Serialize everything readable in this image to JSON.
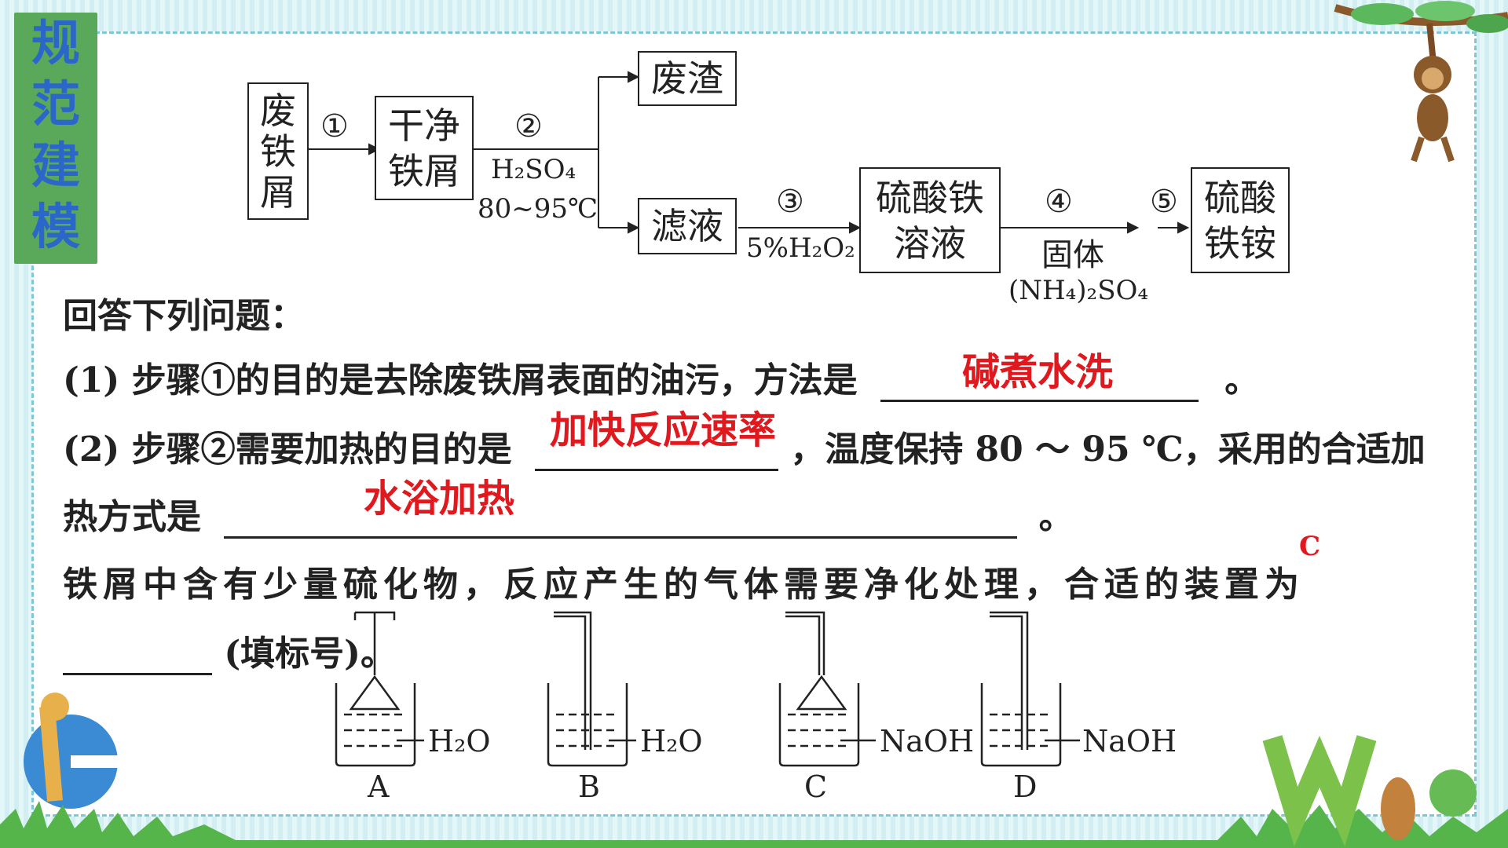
{
  "side_tag": [
    "规",
    "范",
    "建",
    "模"
  ],
  "flow": {
    "waste_iron": "废\n铁\n屑",
    "clean_iron": "干净\n铁屑",
    "residue": "废渣",
    "filtrate": "滤液",
    "ferrous_sulfate": "硫酸铁\n溶液",
    "ammonium_iron_sulfate": "硫酸\n铁铵",
    "step1": "①",
    "step2": "②",
    "step2_reagent": "H₂SO₄",
    "step2_temp": "80~95℃",
    "step3": "③",
    "step3_reagent": "5%H₂O₂",
    "step4": "④",
    "step4_reagent": "固体",
    "step4_formula": "(NH₄)₂SO₄",
    "step5": "⑤"
  },
  "questions": {
    "intro": "回答下列问题：",
    "q1_text": "(1) 步骤①的目的是去除废铁屑表面的油污，方法是",
    "q1_end": "。",
    "q1_answer": "碱煮水洗",
    "q2_text_a": "(2) 步骤②需要加热的目的是",
    "q2_text_b": "，温度保持 80 ～ 95 ℃，采用的合适加",
    "q2_answer_a": "加快反应速率",
    "q2_line2": "热方式是",
    "q2_line2_end": "。",
    "q2_answer_b": "水浴加热",
    "q3_text": "铁屑中含有少量硫化物，反应产生的气体需要净化处理，合适的装置为",
    "q3_answer": "C",
    "q3_line2": "(填标号)。"
  },
  "apparatus": [
    {
      "label": "A",
      "reagent": "H₂O"
    },
    {
      "label": "B",
      "reagent": "H₂O"
    },
    {
      "label": "C",
      "reagent": "NaOH"
    },
    {
      "label": "D",
      "reagent": "NaOH"
    }
  ],
  "colors": {
    "answer": "#e0191f",
    "tag_bg": "#5aa85a",
    "tag_text": "#2b66c9",
    "border": "#7fc6d6"
  }
}
